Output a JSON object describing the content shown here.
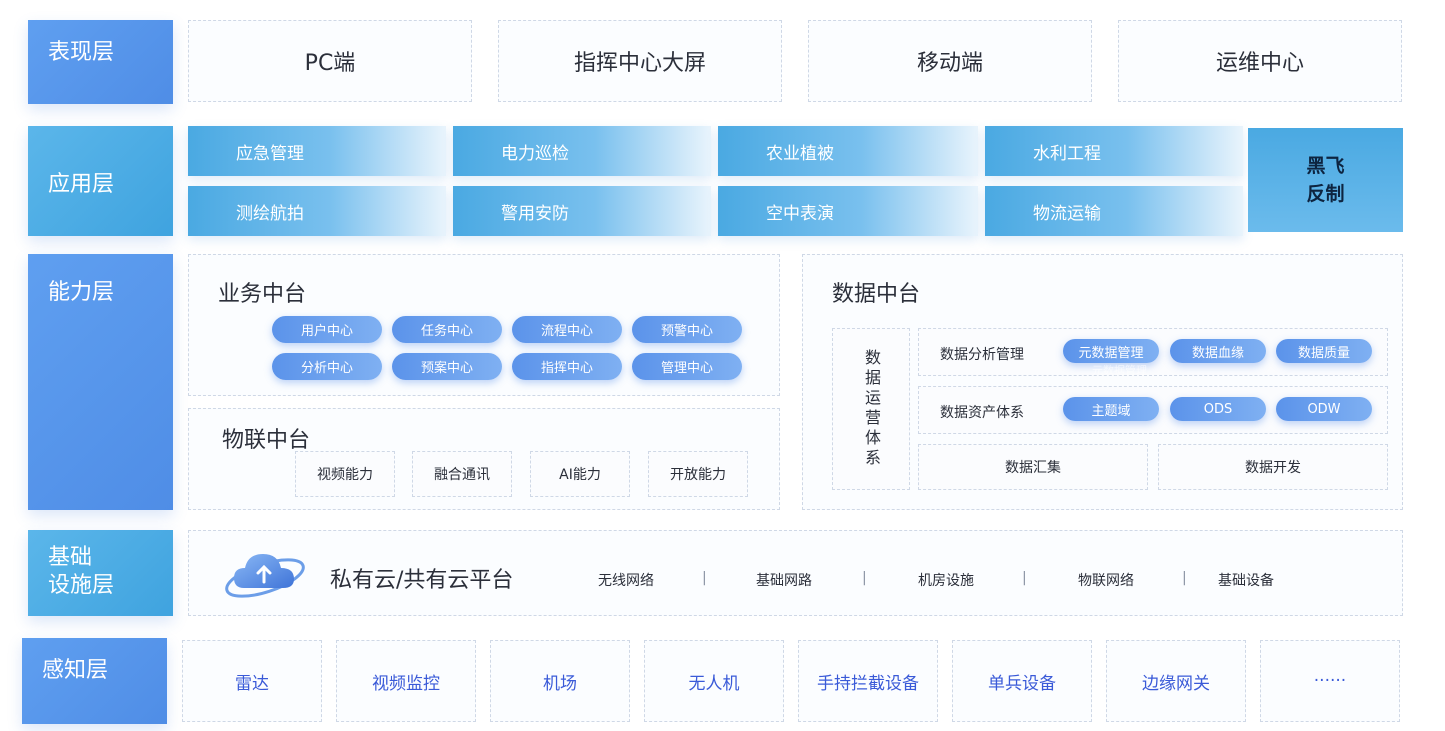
{
  "layers": {
    "presentation": "表现层",
    "application": "应用层",
    "capability": "能力层",
    "infrastructure": "基础\n设施层",
    "perception": "感知层"
  },
  "presentation": [
    "PC端",
    "指挥中心大屏",
    "移动端",
    "运维中心"
  ],
  "application": {
    "row1": [
      "应急管理",
      "电力巡检",
      "农业植被",
      "水利工程"
    ],
    "row2": [
      "测绘航拍",
      "警用安防",
      "空中表演",
      "物流运输"
    ],
    "special": "黑飞\n反制"
  },
  "business": {
    "title": "业务中台",
    "row1": [
      "用户中心",
      "任务中心",
      "流程中心",
      "预警中心"
    ],
    "row2": [
      "分析中心",
      "预案中心",
      "指挥中心",
      "管理中心"
    ]
  },
  "iot": {
    "title": "物联中台",
    "items": [
      "视频能力",
      "融合通讯",
      "AI能力",
      "开放能力"
    ]
  },
  "data_platform": {
    "title": "数据中台",
    "ops_vertical": "数据运营体系",
    "analysis": {
      "label": "数据分析管理",
      "items": [
        "元数据管理",
        "数据血缘",
        "数据质量"
      ],
      "echo": "元数据管理"
    },
    "asset": {
      "label": "数据资产体系",
      "items": [
        "主题域",
        "ODS",
        "ODW"
      ]
    },
    "bottom": [
      "数据汇集",
      "数据开发"
    ]
  },
  "infrastructure": {
    "title": "私有云/共有云平台",
    "items": [
      "无线网络",
      "基础网路",
      "机房设施",
      "物联网络",
      "基础设备"
    ],
    "separator": "|"
  },
  "perception": [
    "雷达",
    "视频监控",
    "机场",
    "无人机",
    "手持拦截设备",
    "单兵设备",
    "边缘网关",
    "······"
  ],
  "colors": {
    "layer_blue": "#5f9ff0",
    "layer_cyan": "#4aa9e2",
    "pill": "#5b93ea",
    "perception_text": "#3a5ad8",
    "dashed_border": "#cfd8e6"
  }
}
